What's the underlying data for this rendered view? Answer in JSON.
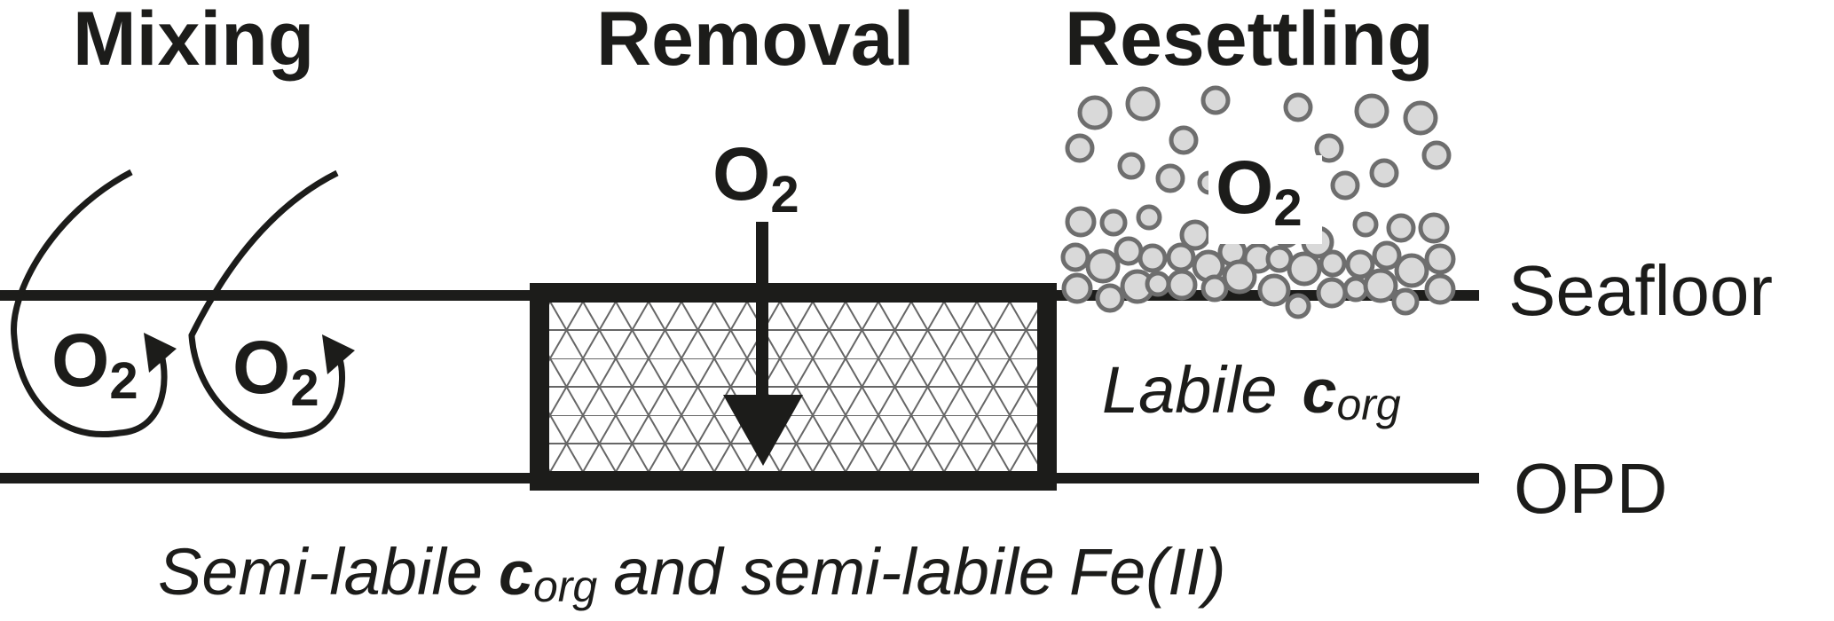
{
  "titles": {
    "mixing": "Mixing",
    "removal": "Removal",
    "resettling": "Resettling"
  },
  "oxygen": {
    "symbol": "O",
    "subscript": "2"
  },
  "layers": {
    "seafloor": "Seafloor",
    "opd": "OPD"
  },
  "labile_zone": {
    "word": "Labile",
    "corg_c": "c",
    "corg_sub": "org"
  },
  "semi_labile": {
    "prefix": "Semi-labile",
    "corg_c": "c",
    "corg_sub": "org",
    "middle": "and semi-labile",
    "fe": "Fe(II)"
  },
  "colors": {
    "ink": "#1c1c1a",
    "particle_fill": "#d9d9d9",
    "particle_stroke": "#6e6e6e",
    "hatch": "#555555"
  },
  "icons": {
    "mixing_eddy": "curved-arrow-icon",
    "removal_arrow": "down-arrow-icon",
    "particle": "sediment-particle-icon"
  }
}
